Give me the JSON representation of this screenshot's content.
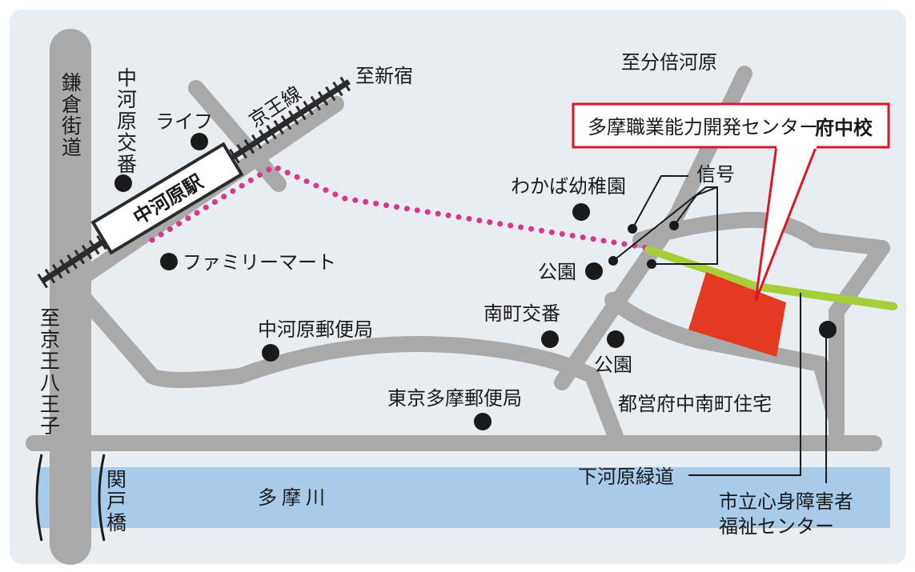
{
  "colors": {
    "background": "#e8edf2",
    "road": "#a9a9a9",
    "river": "#a8cbe9",
    "rail": "#2b2b2b",
    "walking_route": "#d8388c",
    "green_path": "#a6cd3a",
    "destination": "#e43a21",
    "callout_border": "#d8172a"
  },
  "labels": {
    "kamakura_kaido": "鎌倉街道",
    "nakagawara_koban": "中河原交番",
    "life": "ライフ",
    "keio_line": "京王線",
    "to_shinjuku": "至新宿",
    "to_bubaigawara": "至分倍河原",
    "nakagawara_station": "中河原駅",
    "family_mart": "ファミリーマート",
    "to_keio_hachioji": "至京王八王子",
    "nakagawara_post": "中河原郵便局",
    "wakaba_kindergarten": "わかば幼稚園",
    "signal": "信号",
    "park_1": "公園",
    "minamimachi_koban": "南町交番",
    "park_2": "公園",
    "tokyo_tama_post": "東京多摩郵便局",
    "toei_housing": "都営府中南町住宅",
    "shimogawara_ryokudo": "下河原緑道",
    "tama_river": "多摩川",
    "sekido_bridge": "関戸橋",
    "welfare_center_line1": "市立心身障害者",
    "welfare_center_line2": "福祉センター"
  },
  "callout": {
    "name": "多摩職業能力開発センター",
    "campus": "府中校"
  },
  "icons": {
    "landmark": "landmark-dot-icon",
    "signal": "traffic-signal-dot-icon",
    "destination": "destination-building-icon",
    "railway": "railway-track-icon"
  }
}
